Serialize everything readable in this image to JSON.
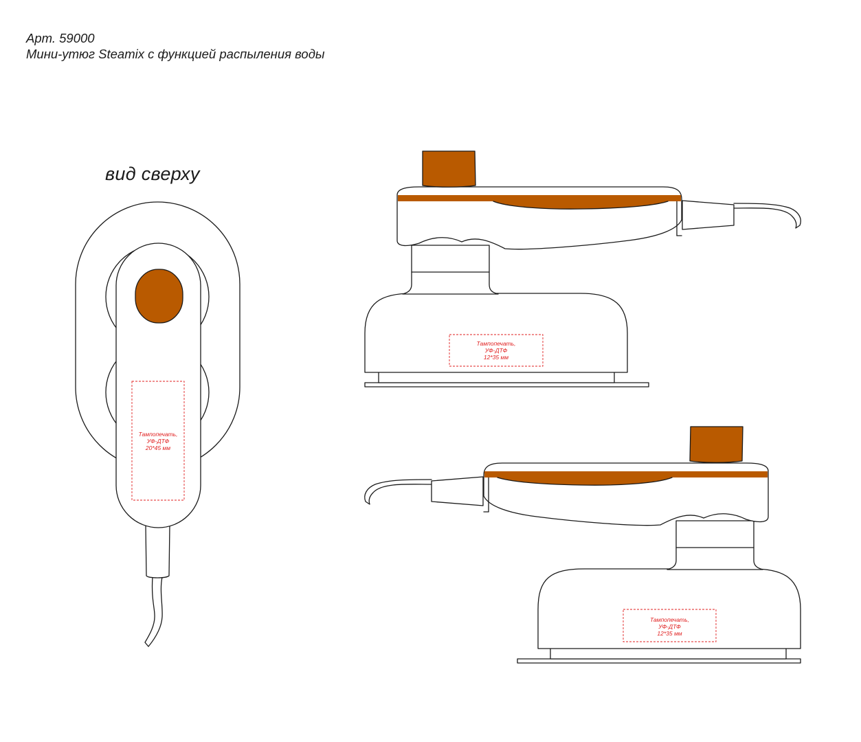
{
  "header": {
    "article": "Арт. 59000",
    "product_name": "Мини-утюг Steamix с функцией распыления воды"
  },
  "views": {
    "top_label": "вид сверху"
  },
  "print_zones": {
    "top": {
      "method": "Тампопечать,",
      "method2": "УФ-ДТФ",
      "size": "20*45 мм"
    },
    "side1": {
      "method": "Тампопечать,",
      "method2": "УФ-ДТФ",
      "size": "12*35 мм"
    },
    "side2": {
      "method": "Тампопечать,",
      "method2": "УФ-ДТФ",
      "size": "12*35 мм"
    }
  },
  "colors": {
    "accent": "#b95a00",
    "outline": "#1a1a1a",
    "print_zone": "#e01e1e"
  }
}
